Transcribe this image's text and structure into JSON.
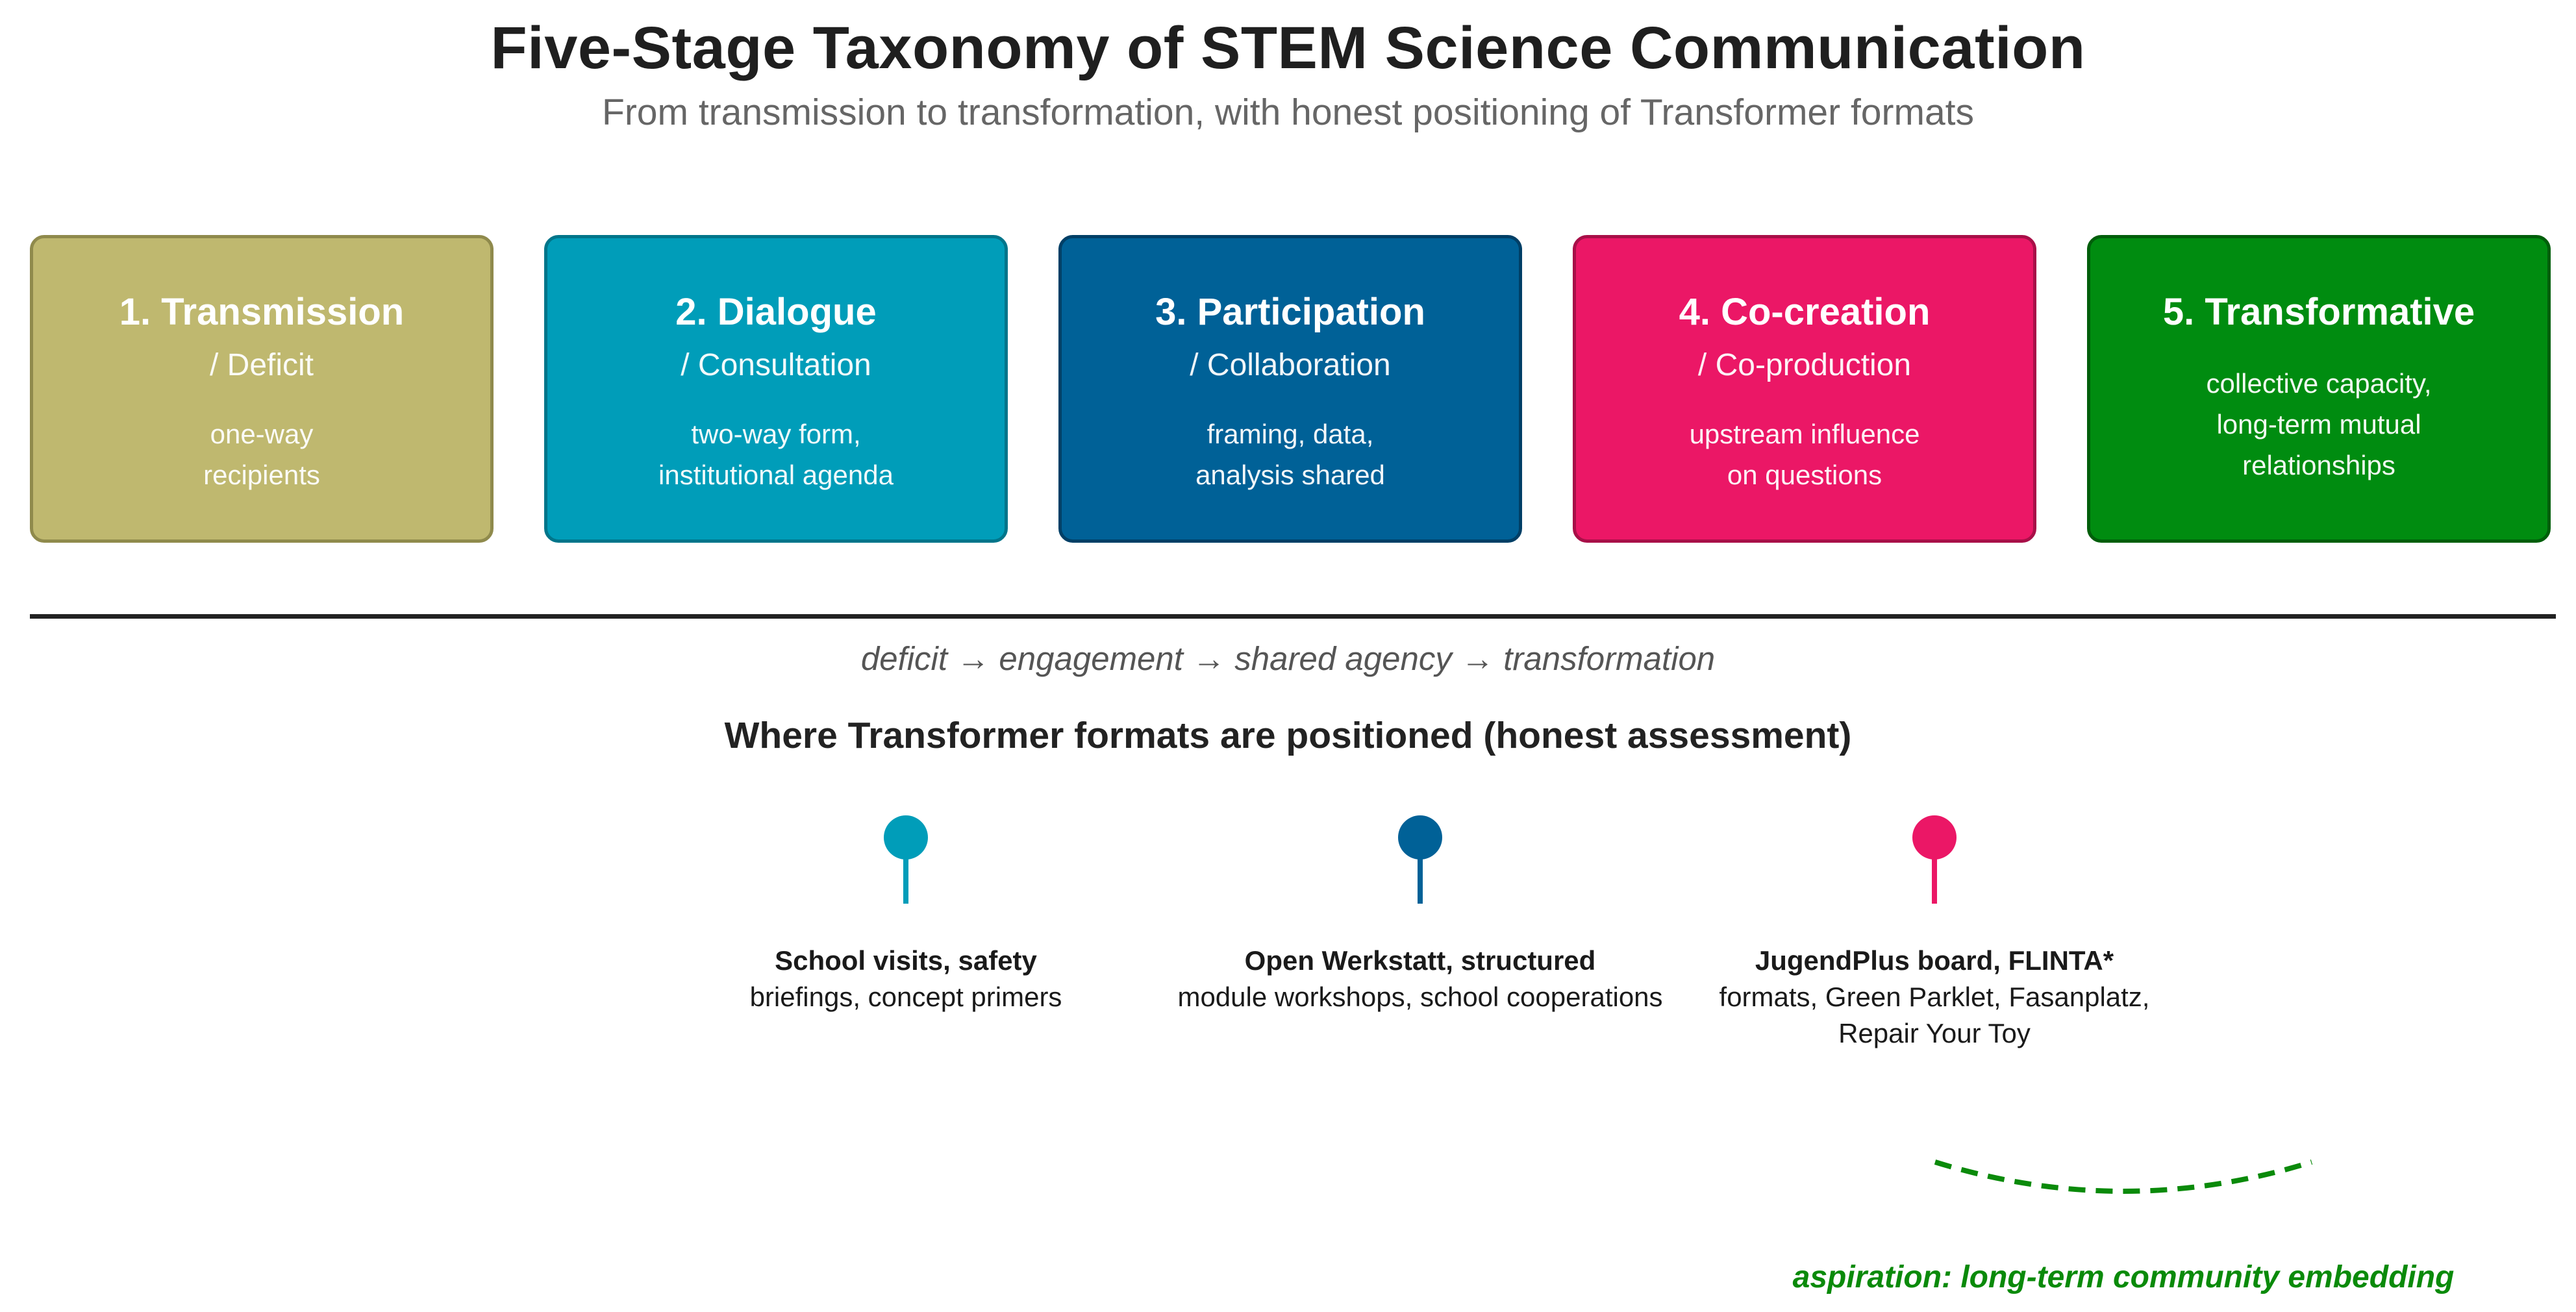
{
  "header": {
    "title": "Five-Stage Taxonomy of STEM Science Communication",
    "subtitle": "From transmission to transformation, with honest positioning of Transformer formats"
  },
  "stages": [
    {
      "title": "1. Transmission",
      "subtitle": "/ Deficit",
      "desc_lines": [
        "one-way",
        "recipients"
      ],
      "fill": "#bfb86f",
      "border": "#8f8a4c"
    },
    {
      "title": "2. Dialogue",
      "subtitle": "/ Consultation",
      "desc_lines": [
        "two-way form,",
        "institutional agenda"
      ],
      "fill": "#009db9",
      "border": "#00758a"
    },
    {
      "title": "3. Participation",
      "subtitle": "/ Collaboration",
      "desc_lines": [
        "framing, data,",
        "analysis shared"
      ],
      "fill": "#006197",
      "border": "#003f66"
    },
    {
      "title": "4. Co-creation",
      "subtitle": "/ Co-production",
      "desc_lines": [
        "upstream influence",
        "on questions"
      ],
      "fill": "#eb1766",
      "border": "#a80f48"
    },
    {
      "title": "5. Transformative",
      "subtitle": "",
      "desc_lines": [
        "collective capacity,",
        "long-term mutual",
        "relationships"
      ],
      "fill": "#008c10",
      "border": "#005e0a"
    }
  ],
  "progression": "deficit → engagement → shared agency → transformation",
  "positioning": {
    "heading": "Where Transformer formats are positioned (honest assessment)",
    "markers": [
      {
        "lead": "School visits, safety",
        "lines": [
          "briefings, concept primers"
        ],
        "color": "#009db9"
      },
      {
        "lead": "Open Werkstatt, structured",
        "lines": [
          "module workshops, school cooperations"
        ],
        "color": "#006197"
      },
      {
        "lead": "JugendPlus board, FLINTA*",
        "lines": [
          "formats, Green Parklet, Fasanplatz,",
          "Repair Your Toy"
        ],
        "color": "#eb1766"
      }
    ]
  },
  "aspiration": {
    "text": "aspiration: long-term community embedding",
    "color": "#0a8a0a"
  }
}
